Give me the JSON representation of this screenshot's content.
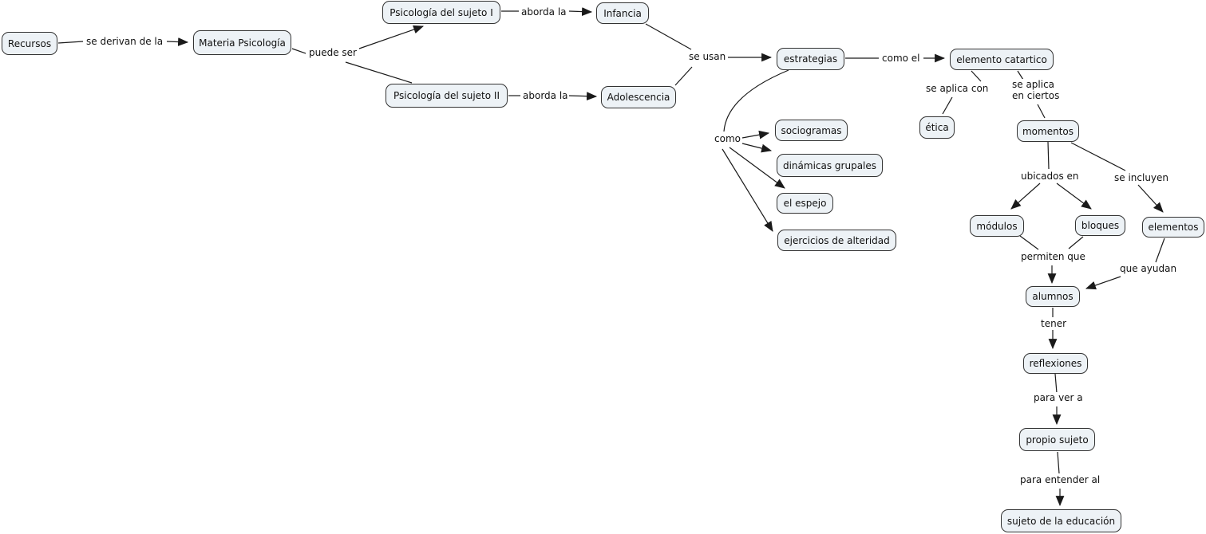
{
  "diagram": {
    "type": "concept-map",
    "background_color": "#ffffff",
    "node_fill_color": "#edf2f6",
    "node_border_color": "#333333",
    "line_color": "#1a1a1a",
    "text_color": "#111111"
  },
  "nodes": [
    {
      "id": "recursos",
      "label": "Recursos"
    },
    {
      "id": "materia-psicologia",
      "label": "Materia Psicología"
    },
    {
      "id": "psicologia-del-sujeto-1",
      "label": "Psicología del sujeto I"
    },
    {
      "id": "infancia",
      "label": "Infancia"
    },
    {
      "id": "psicologia-del-sujeto-2",
      "label": "Psicología del sujeto II"
    },
    {
      "id": "adolescencia",
      "label": "Adolescencia"
    },
    {
      "id": "estrategias",
      "label": "estrategias"
    },
    {
      "id": "elemento-catartico",
      "label": "elemento catartico"
    },
    {
      "id": "etica",
      "label": "ética"
    },
    {
      "id": "momentos",
      "label": "momentos"
    },
    {
      "id": "sociogramas",
      "label": "sociogramas"
    },
    {
      "id": "dinamicas-grupales",
      "label": "dinámicas grupales"
    },
    {
      "id": "el-espejo",
      "label": "el espejo"
    },
    {
      "id": "ejercicios-de-alteridad",
      "label": "ejercicios de alteridad"
    },
    {
      "id": "modulos",
      "label": "módulos"
    },
    {
      "id": "bloques",
      "label": "bloques"
    },
    {
      "id": "elementos",
      "label": "elementos"
    },
    {
      "id": "alumnos",
      "label": "alumnos"
    },
    {
      "id": "reflexiones",
      "label": "reflexiones"
    },
    {
      "id": "propio-sujeto",
      "label": "propio sujeto"
    },
    {
      "id": "sujeto-de-la-educacion",
      "label": "sujeto de la educación"
    }
  ],
  "link_labels": [
    {
      "id": "se-derivan-de-la",
      "label": "se derivan de la"
    },
    {
      "id": "puede-ser",
      "label": "puede ser"
    },
    {
      "id": "aborda-la-1",
      "label": "aborda la"
    },
    {
      "id": "aborda-la-2",
      "label": "aborda la"
    },
    {
      "id": "se-usan",
      "label": "se usan"
    },
    {
      "id": "como-el",
      "label": "como el"
    },
    {
      "id": "se-aplica-con",
      "label": "se aplica con"
    },
    {
      "id": "se-aplica-en-ciertos",
      "label": "se aplica en ciertos"
    },
    {
      "id": "como",
      "label": "como"
    },
    {
      "id": "ubicados-en",
      "label": "ubicados en"
    },
    {
      "id": "se-incluyen",
      "label": "se incluyen"
    },
    {
      "id": "permiten-que",
      "label": "permiten que"
    },
    {
      "id": "que-ayudan",
      "label": "que ayudan"
    },
    {
      "id": "tener",
      "label": "tener"
    },
    {
      "id": "para-ver-a",
      "label": "para ver a"
    },
    {
      "id": "para-entender-al",
      "label": "para entender al"
    }
  ]
}
